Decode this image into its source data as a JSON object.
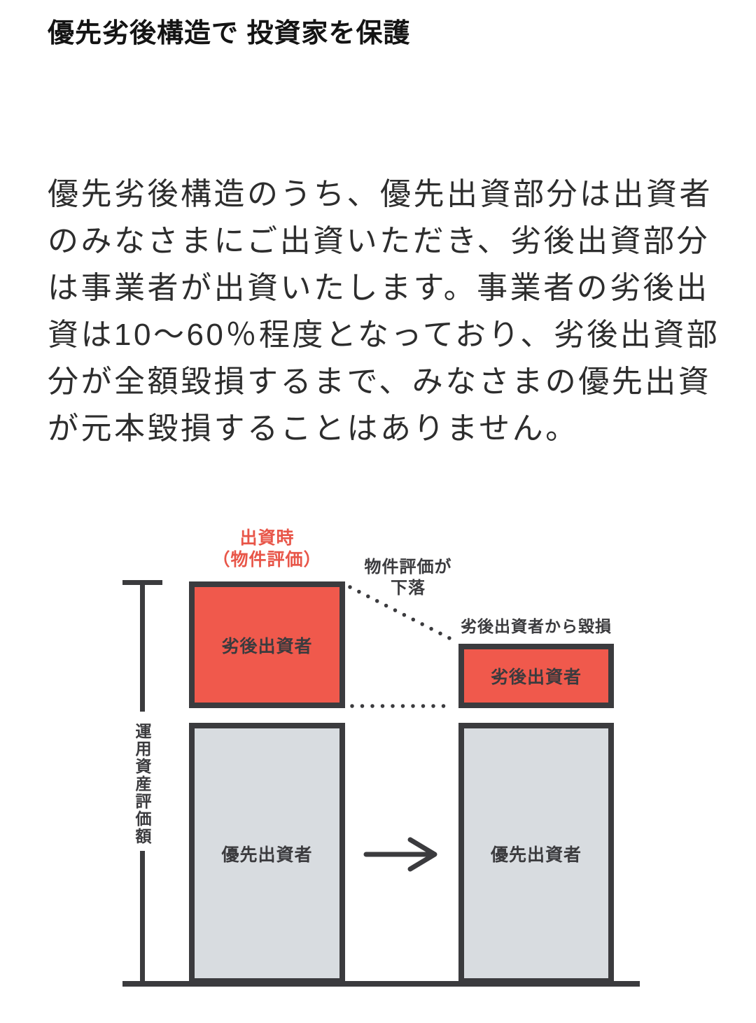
{
  "page": {
    "title": "優先劣後構造で 投資家を保護",
    "body_lines": [
      "優先劣後構造のうち、優先出資部分は出資者",
      "のみなさまにご出資いただき、劣後出資部分",
      "は事業者が出資いたします。事業者の劣後出",
      "資は10〜60％程度となっており、劣後出資部",
      "分が全額毀損するまで、みなさまの優先出資",
      "が元本毀損することはありません。"
    ]
  },
  "diagram": {
    "axis_label": "運用資産評価額",
    "before": {
      "caption_line1": "出資時",
      "caption_line2": "（物件評価）",
      "subordinated_label": "劣後出資者",
      "senior_label": "優先出資者"
    },
    "transition": {
      "decline_line1": "物件評価が",
      "decline_line2": "下落",
      "loss_caption": "劣後出資者から毀損"
    },
    "after": {
      "subordinated_label": "劣後出資者",
      "senior_label": "優先出資者"
    },
    "colors": {
      "subordinated_fill": "#f0594c",
      "senior_fill": "#d8dce0",
      "stroke": "#3b3b3e",
      "caption_red": "#e85649"
    }
  }
}
